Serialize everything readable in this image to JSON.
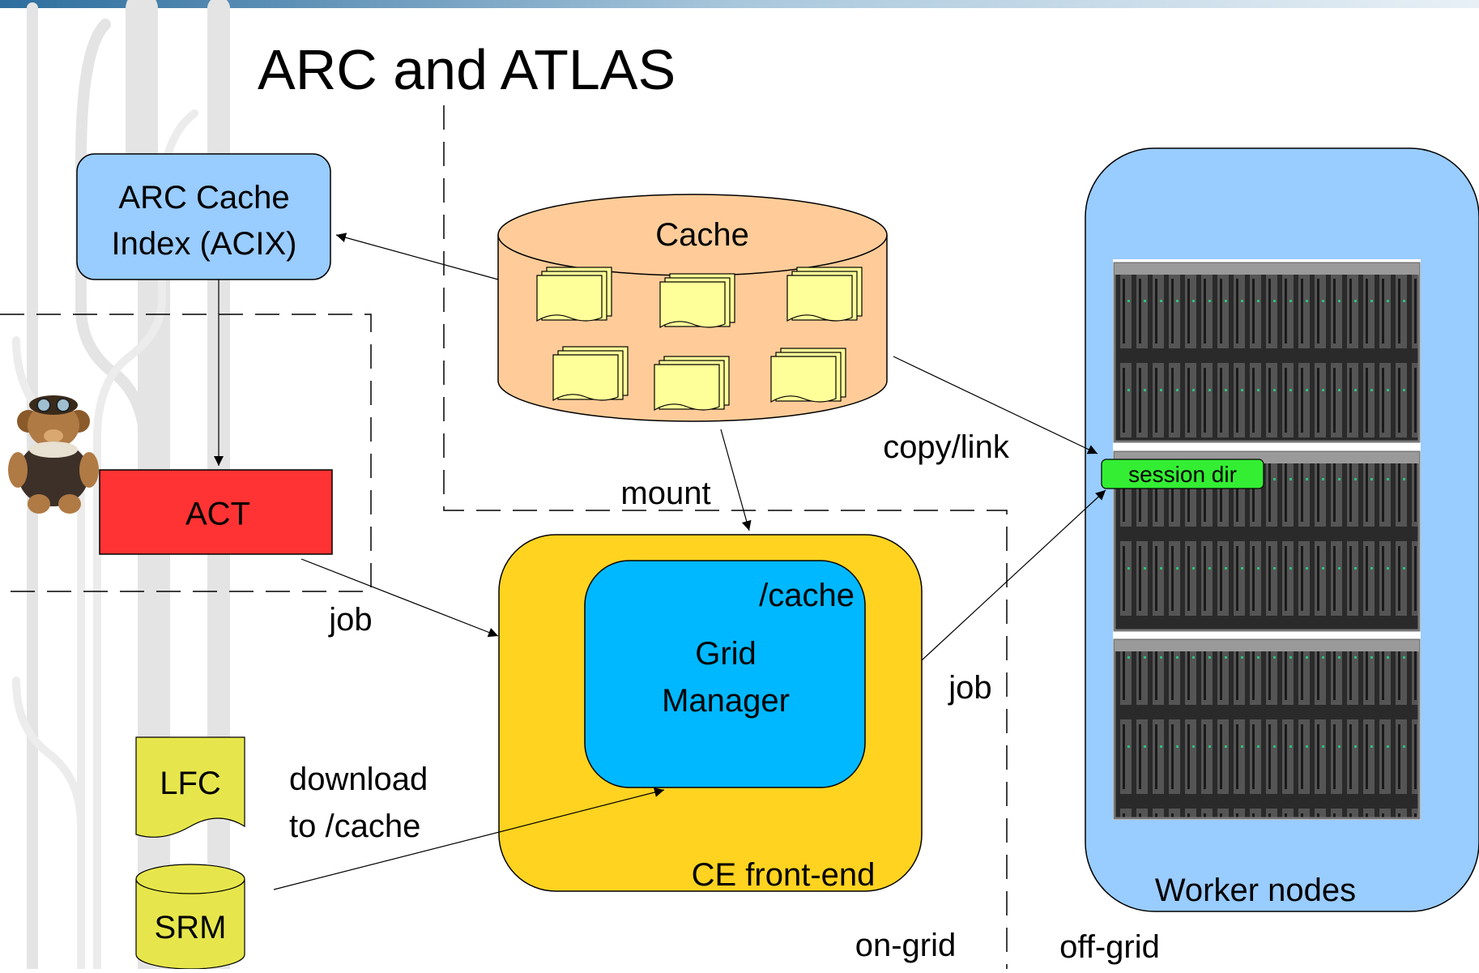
{
  "title": "ARC and ATLAS",
  "nodes": {
    "acix": {
      "line1": "ARC Cache",
      "line2": "Index (ACIX)"
    },
    "act": "ACT",
    "cache": "Cache",
    "cache_mount": "/cache",
    "grid_manager": {
      "line1": "Grid",
      "line2": "Manager"
    },
    "ce_frontend": "CE front-end",
    "session_dir": "session dir",
    "worker_nodes": "Worker nodes",
    "lfc": "LFC",
    "srm": "SRM"
  },
  "edges": {
    "mount": "mount",
    "copy_link": "copy/link",
    "job_act": "job",
    "job_ce": "job",
    "download_line1": "download",
    "download_line2": "to /cache"
  },
  "regions": {
    "on_grid": "on-grid",
    "off_grid": "off-grid"
  },
  "colors": {
    "acix": "#99ccff",
    "act": "#ff3333",
    "cache": "#ffcc99",
    "ce_frontend": "#ffd320",
    "grid_manager": "#00b8ff",
    "worker_nodes": "#99ccff",
    "session_dir": "#33ee33",
    "file": "#ffff99",
    "storage": "#e6e64c"
  }
}
